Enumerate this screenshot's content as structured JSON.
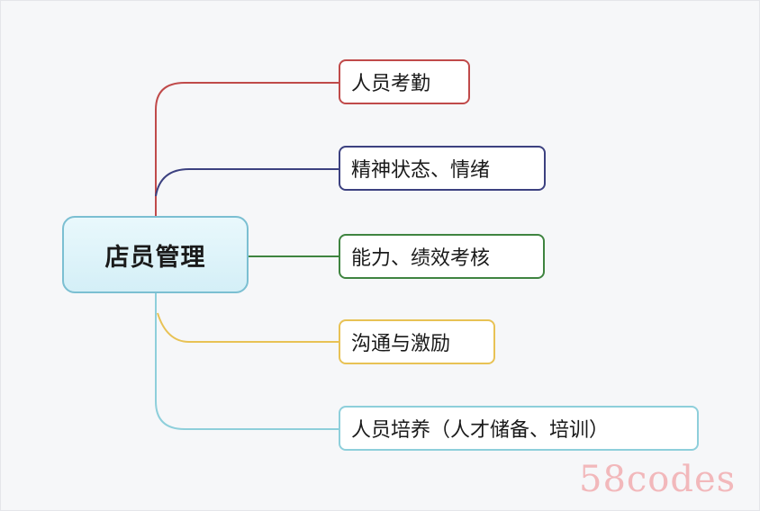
{
  "diagram": {
    "root": "店员管理",
    "branches": [
      {
        "label": "人员考勤",
        "color": "#c04a4a"
      },
      {
        "label": "精神状态、情绪",
        "color": "#3c4180"
      },
      {
        "label": "能力、绩效考核",
        "color": "#3f8440"
      },
      {
        "label": "沟通与激励",
        "color": "#e8c255"
      },
      {
        "label": "人员培养（人才储备、培训）",
        "color": "#8ecfdb"
      }
    ]
  },
  "watermark": "58codes"
}
